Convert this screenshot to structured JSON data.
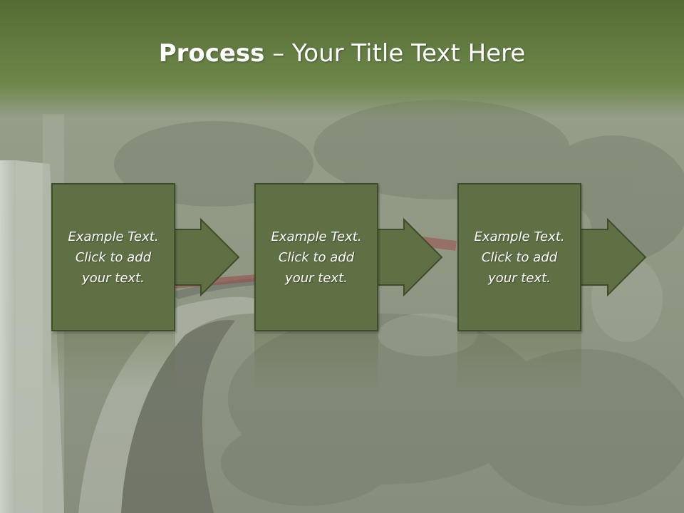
{
  "title": {
    "bold": "Process",
    "rest": " – Your Title Text Here"
  },
  "steps": [
    {
      "text": "Example Text.\nClick  to add\nyour text."
    },
    {
      "text": "Example Text.\nClick  to add\nyour text."
    },
    {
      "text": "Example Text.\nClick  to add\nyour text."
    }
  ],
  "colors": {
    "header": "#647d42",
    "box_fill": "#5f7044",
    "box_border": "#3f4d2b",
    "text": "#ffffff"
  },
  "icons": [
    "arrow-right-icon"
  ]
}
